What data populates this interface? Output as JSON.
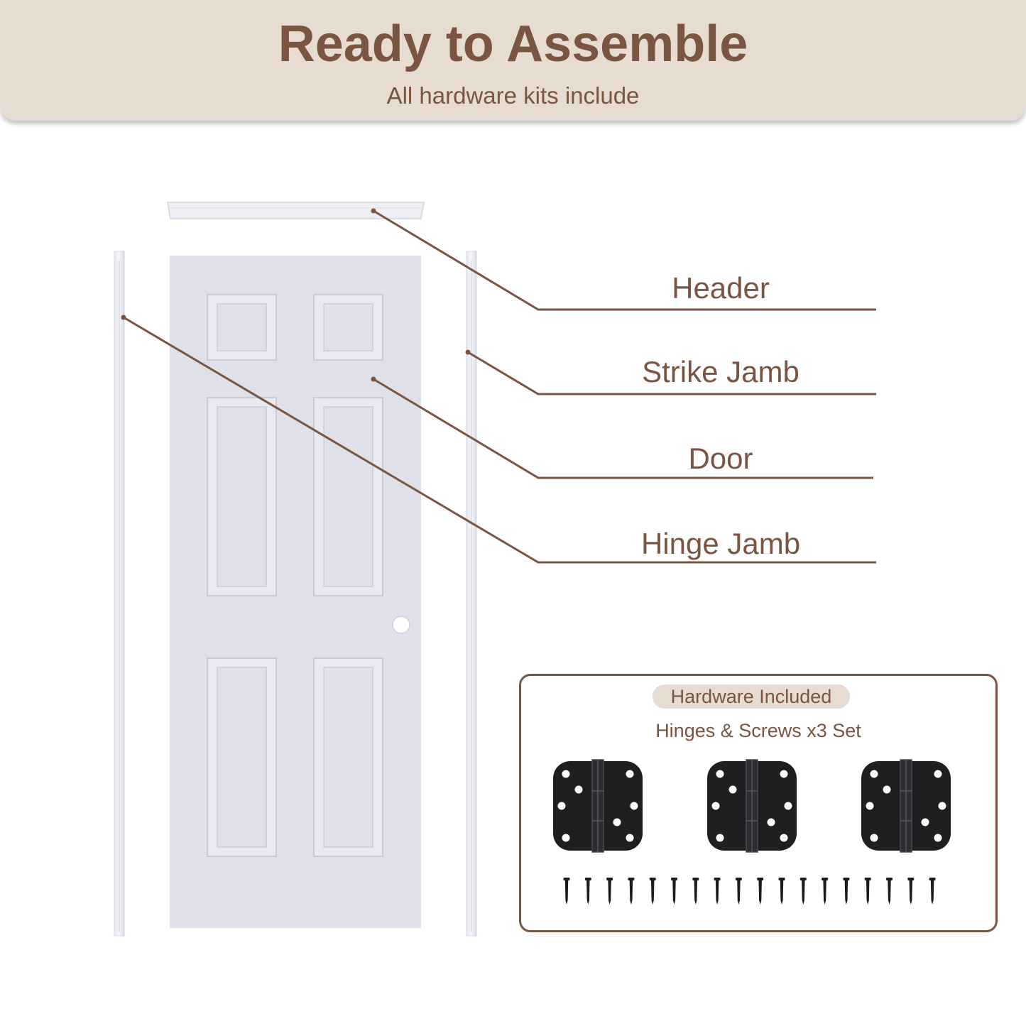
{
  "banner": {
    "title": "Ready to Assemble",
    "subtitle": "All hardware kits include"
  },
  "parts": [
    {
      "label": "Header"
    },
    {
      "label": "Strike Jamb"
    },
    {
      "label": "Door"
    },
    {
      "label": "Hinge Jamb"
    }
  ],
  "hardware": {
    "badge": "Hardware Included",
    "subtitle": "Hinges & Screws x3 Set",
    "hinge_count": 3,
    "screw_count": 18
  },
  "colors": {
    "accent": "#7a5542",
    "banner_bg": "#e7dcd2",
    "door": "#dfe0ea",
    "hinge": "#1f1f22"
  }
}
